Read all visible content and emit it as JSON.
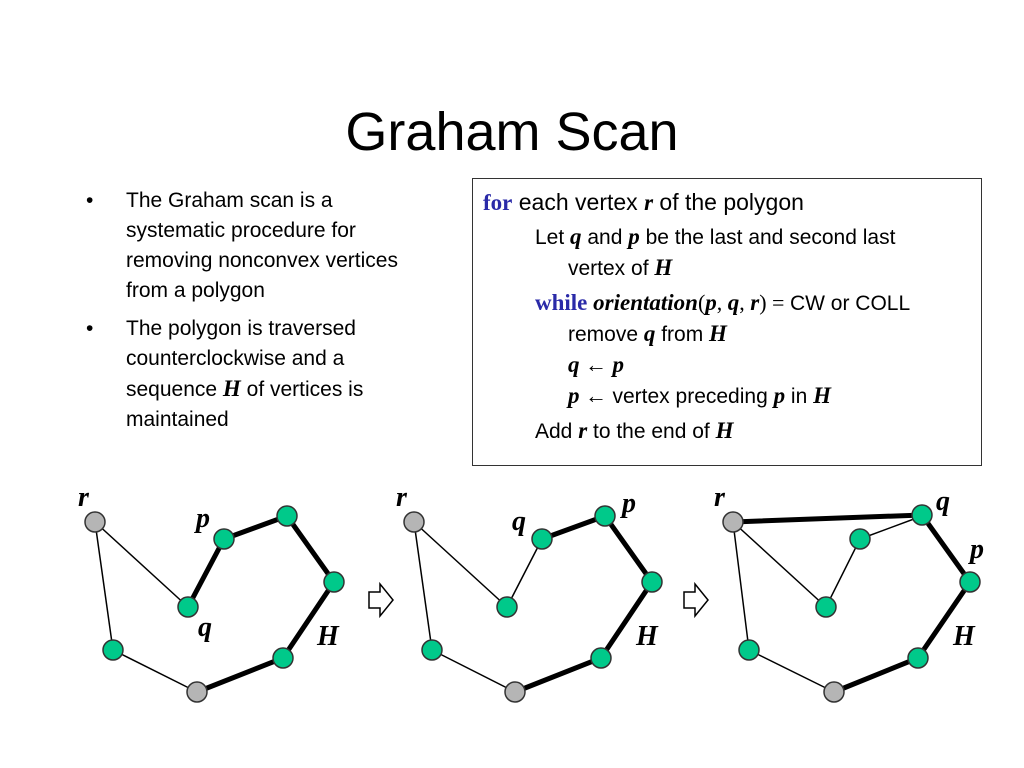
{
  "title": "Graham Scan",
  "bullets": [
    {
      "pre": "The Graham scan is a systematic procedure for removing nonconvex vertices from a polygon",
      "var": "",
      "post": ""
    },
    {
      "pre": "The polygon is traversed counterclockwise and a sequence ",
      "var": "H",
      "post": " of vertices is maintained"
    }
  ],
  "bullet_symbol": "•",
  "algorithm": {
    "for_kw": "for",
    "for_text1": " each vertex ",
    "for_var": "r",
    "for_text2": " of the polygon",
    "let_text1": "Let ",
    "let_q": "q",
    "let_text2": " and ",
    "let_p": "p",
    "let_text3": " be the last and second last",
    "let_text4": "vertex of ",
    "let_H": "H",
    "while_kw": "while",
    "while_fn": " orientation",
    "while_args_open": "(",
    "while_p": "p",
    "while_c1": ", ",
    "while_q": "q",
    "while_c2": ", ",
    "while_r": "r",
    "while_args_close": ") = ",
    "while_text": "CW or COLL",
    "remove_text1": "remove ",
    "remove_q": "q",
    "remove_text2": " from ",
    "remove_H": "H",
    "assign1_lhs": "q",
    "assign1_arrow": " ← ",
    "assign1_rhs": "p",
    "assign2_lhs": "p",
    "assign2_arrow": " ← ",
    "assign2_text": " vertex preceding ",
    "assign2_p": "p",
    "assign2_text2": " in ",
    "assign2_H": "H",
    "add_text1": "Add ",
    "add_r": "r",
    "add_text2": " to the end of ",
    "add_H": "H"
  },
  "colors": {
    "hull_node": "#00c98a",
    "start_node": "#b5b5b5",
    "edge": "#000000"
  },
  "labels": {
    "d1": {
      "r": "r",
      "p": "p",
      "q": "q",
      "H": "H"
    },
    "d2": {
      "r": "r",
      "p": "p",
      "q": "q",
      "H": "H"
    },
    "d3": {
      "r": "r",
      "p": "p",
      "q": "q",
      "H": "H"
    }
  },
  "arrow_icon": "hollow-right-arrow-icon"
}
